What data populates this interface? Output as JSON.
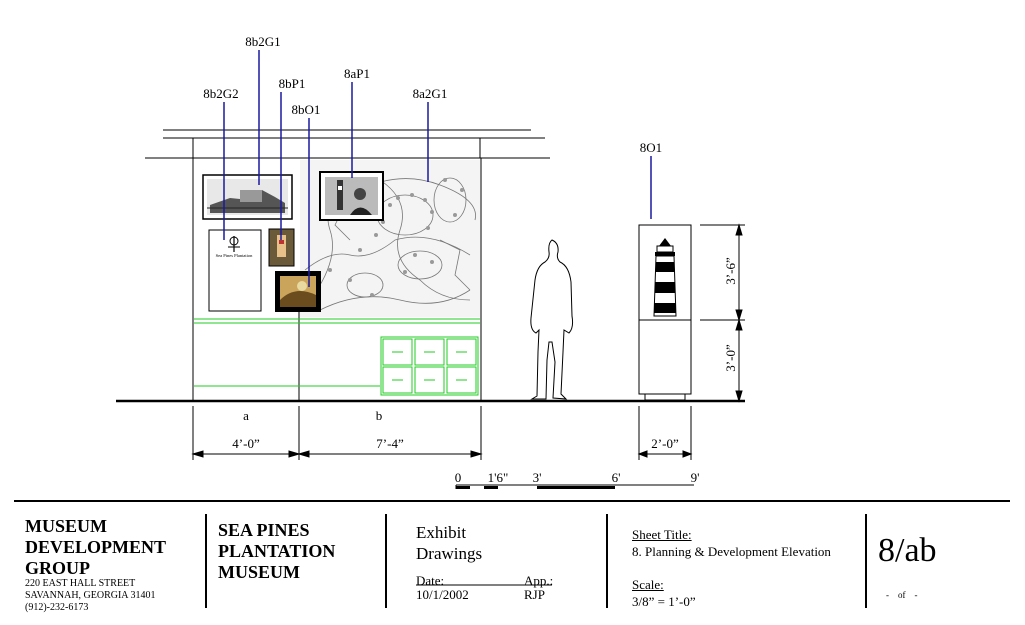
{
  "callouts": {
    "b2g1": "8b2G1",
    "b2g2": "8b2G2",
    "bp1": "8bP1",
    "bo1": "8bO1",
    "ap1": "8aP1",
    "a2g1": "8a2G1",
    "o1": "8O1"
  },
  "sections": {
    "a": "a",
    "b": "b"
  },
  "dimensions": {
    "width_a": "4’-0”",
    "width_b": "7’-4”",
    "width_case": "2’-0”",
    "height_upper": "3’-6”",
    "height_lower": "3’-0”"
  },
  "scale_bar": {
    "t0": "0",
    "t1": "1'6\"",
    "t2": "3'",
    "t3": "6'",
    "t4": "9'"
  },
  "panel_text": "Sea Pines Plantation",
  "title_block": {
    "firm_name_1": "MUSEUM",
    "firm_name_2": "DEVELOPMENT",
    "firm_name_3": "GROUP",
    "firm_address": "220 EAST HALL STREET",
    "firm_city": "SAVANNAH, GEORGIA 31401",
    "firm_phone": "(912)-232-6173",
    "client_1": "SEA PINES",
    "client_2": "PLANTATION",
    "client_3": "MUSEUM",
    "doc_1": "Exhibit",
    "doc_2": "Drawings",
    "date_label": "Date:",
    "app_label": "App.:",
    "date_value": "10/1/2002",
    "app_value": "RJP",
    "sheet_title_label": "Sheet Title:",
    "sheet_title": "8. Planning & Development Elevation",
    "scale_label": "Scale:",
    "scale_value": "3/8” = 1’-0”",
    "sheet_number": "8/ab",
    "page_of": "-    of    -"
  },
  "colors": {
    "callout_line": "#1a1aa0",
    "cabinet_line": "#22cc22",
    "ink": "#000000"
  }
}
